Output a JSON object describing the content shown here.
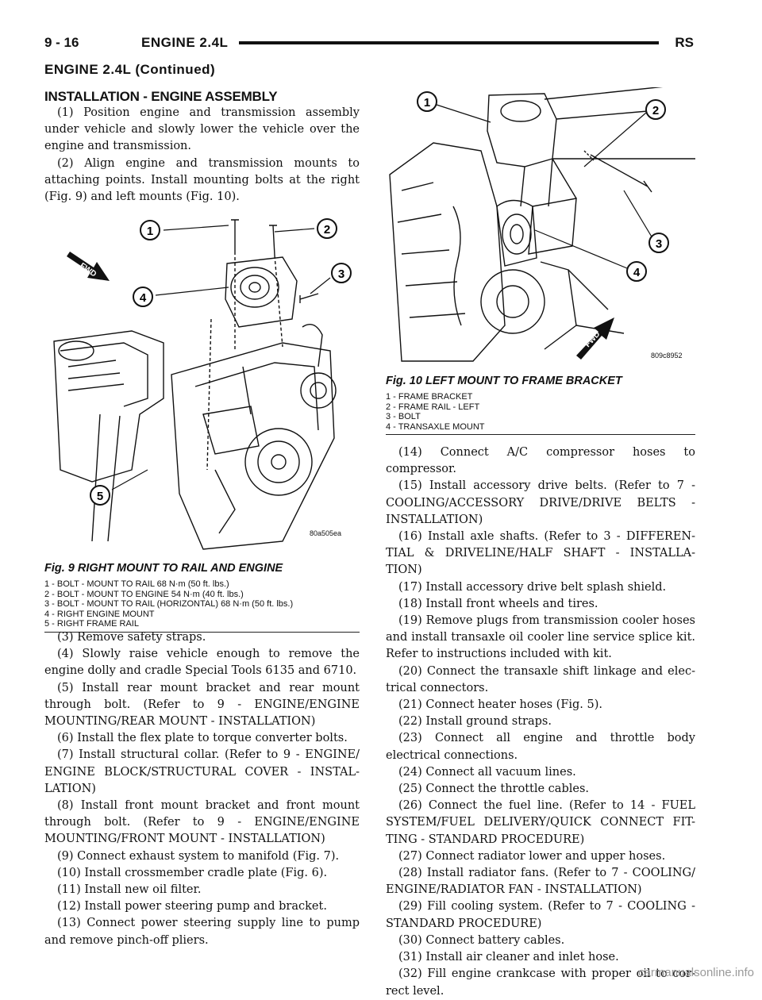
{
  "header": {
    "page_number": "9 - 16",
    "title": "ENGINE 2.4L",
    "code": "RS"
  },
  "continued_title": "ENGINE 2.4L (Continued)",
  "section_title": "INSTALLATION - ENGINE ASSEMBLY",
  "left_top_paragraphs": [
    "(1) Position engine and transmission assembly under vehicle and slowly lower the vehicle over the engine and transmission.",
    "(2) Align engine and transmission mounts to attaching points. Install mounting bolts at the right (Fig. 9) and left mounts (Fig. 10)."
  ],
  "fig9": {
    "code": "80a505ea",
    "caption": "Fig. 9 RIGHT MOUNT TO RAIL AND ENGINE",
    "callouts": [
      "1",
      "2",
      "3",
      "4",
      "5"
    ],
    "fwd": "FWD",
    "legend": [
      "1 - BOLT - MOUNT TO RAIL 68 N·m (50 ft. lbs.)",
      "2 - BOLT - MOUNT TO ENGINE 54 N·m (40 ft. lbs.)",
      "3 - BOLT - MOUNT TO RAIL (HORIZONTAL) 68 N·m (50 ft. lbs.)",
      "4 - RIGHT ENGINE MOUNT",
      "5 - RIGHT FRAME RAIL"
    ]
  },
  "left_bottom_paragraphs": [
    "(3) Remove safety straps.",
    "(4) Slowly raise vehicle enough to remove the engine dolly and cradle Special Tools 6135 and 6710.",
    "(5) Install rear mount bracket and rear mount through bolt. (Refer to 9 - ENGINE/ENGINE MOUNTING/REAR MOUNT - INSTALLATION)",
    "(6) Install the flex plate to torque converter bolts.",
    "(7) Install structural collar. (Refer to 9 - ENGINE/ ENGINE BLOCK/STRUCTURAL COVER - INSTAL- LATION)",
    "(8) Install front mount bracket and front mount through bolt. (Refer to 9 - ENGINE/ENGINE MOUNTING/FRONT MOUNT - INSTALLATION)",
    "(9) Connect exhaust system to manifold (Fig. 7).",
    "(10) Install crossmember cradle plate (Fig. 6).",
    "(11) Install new oil filter.",
    "(12) Install power steering pump and bracket.",
    "(13) Connect power steering supply line to pump and remove pinch-off pliers."
  ],
  "fig10": {
    "code": "809c8952",
    "caption": "Fig. 10 LEFT MOUNT TO FRAME BRACKET",
    "callouts": [
      "1",
      "2",
      "3",
      "4"
    ],
    "fwd": "FWD",
    "legend": [
      "1 - FRAME BRACKET",
      "2 - FRAME RAIL - LEFT",
      "3 - BOLT",
      "4 - TRANSAXLE MOUNT"
    ]
  },
  "right_paragraphs": [
    "(14) Connect A/C compressor hoses to compressor.",
    "(15) Install accessory drive belts. (Refer to 7 - COOLING/ACCESSORY DRIVE/DRIVE BELTS - INSTALLATION)",
    "(16) Install axle shafts. (Refer to 3 - DIFFEREN- TIAL & DRIVELINE/HALF SHAFT - INSTALLA- TION)",
    "(17) Install accessory drive belt splash shield.",
    "(18) Install front wheels and tires.",
    "(19) Remove plugs from transmission cooler hoses and install transaxle oil cooler line service splice kit. Refer to instructions included with kit.",
    "(20) Connect the transaxle shift linkage and elec- trical connectors.",
    "(21) Connect heater hoses (Fig. 5).",
    "(22) Install ground straps.",
    "(23) Connect all engine and throttle body electrical connections.",
    "(24) Connect all vacuum lines.",
    "(25) Connect the throttle cables.",
    "(26) Connect the fuel line. (Refer to 14 - FUEL SYSTEM/FUEL DELIVERY/QUICK CONNECT FIT- TING - STANDARD PROCEDURE)",
    "(27) Connect radiator lower and upper hoses.",
    "(28) Install radiator fans. (Refer to 7 - COOLING/ ENGINE/RADIATOR FAN - INSTALLATION)",
    "(29) Fill cooling system. (Refer to 7 - COOLING - STANDARD PROCEDURE)",
    "(30) Connect battery cables.",
    "(31) Install air cleaner and inlet hose.",
    "(32) Fill engine crankcase with proper oil to cor- rect level."
  ],
  "watermark": "carmanualsonline.info"
}
